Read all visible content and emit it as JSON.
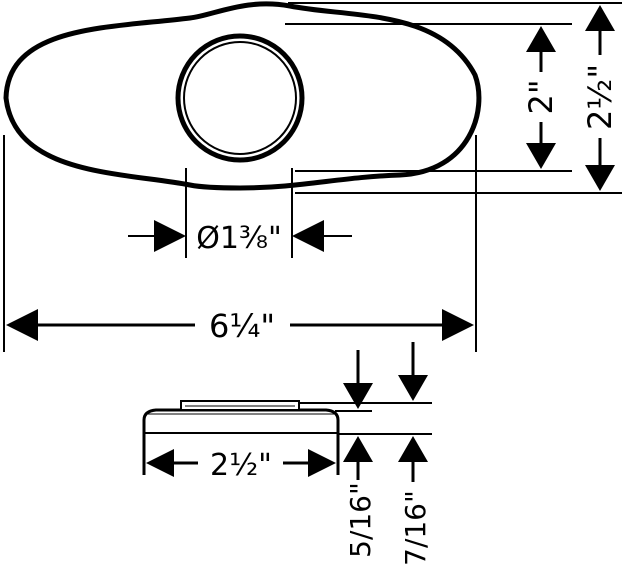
{
  "diagram": {
    "dimensions": {
      "hole_diameter": "Ø1⅜\"",
      "overall_width": "6¼\"",
      "waist_height": "2\"",
      "overall_height": "2½\"",
      "base_width": "2½\"",
      "base_thickness": "5/16\"",
      "total_thickness": "7/16\""
    },
    "colors": {
      "stroke": "#000000",
      "background": "#ffffff"
    }
  }
}
